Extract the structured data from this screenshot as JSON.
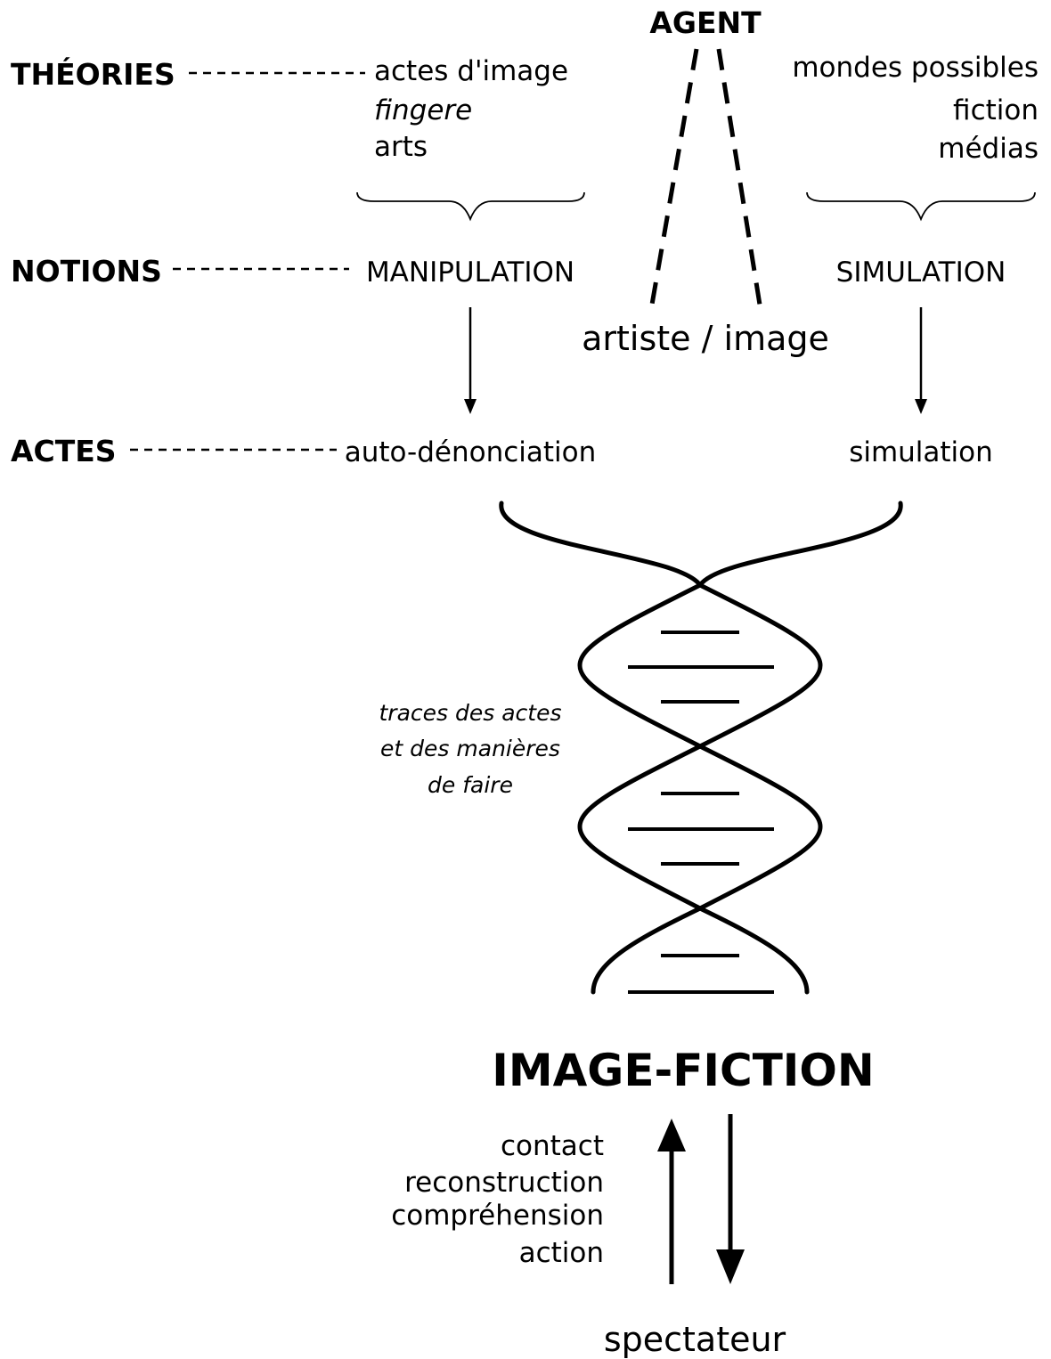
{
  "levels": {
    "theories": "THÉORIES",
    "notions": "NOTIONS",
    "actes": "ACTES"
  },
  "agent": {
    "label": "AGENT",
    "subject": "artiste / image"
  },
  "left_column": {
    "theories": [
      "actes d'image",
      "fingere",
      "arts"
    ],
    "notion": "MANIPULATION",
    "acte": "auto-dénonciation"
  },
  "right_column": {
    "theories": [
      "mondes possibles",
      "fiction",
      "médias"
    ],
    "notion": "SIMULATION",
    "acte": "simulation"
  },
  "helix_note": [
    "traces des actes",
    "et des manières",
    "de faire"
  ],
  "result": "IMAGE-FICTION",
  "exchange": [
    "contact",
    "reconstruction",
    "compréhension",
    "action"
  ],
  "spectator": "spectateur"
}
